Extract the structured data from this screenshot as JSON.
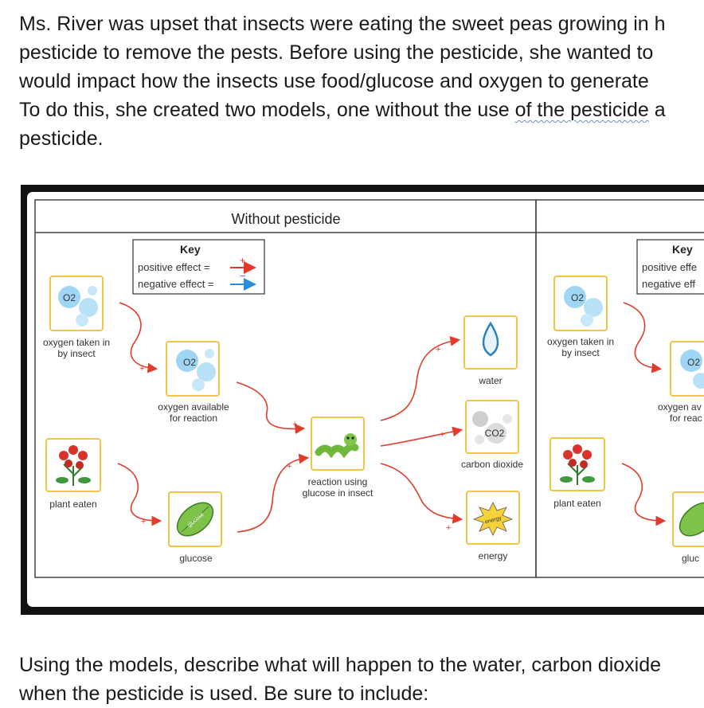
{
  "question": {
    "lines": [
      "Ms. River was upset that insects were eating the sweet peas growing in h",
      "pesticide to remove the pests.  Before using the pesticide, she wanted to",
      "would impact how the insects use food/glucose and oxygen to generate"
    ],
    "line4_before": "To do this, she created two models, one without the use ",
    "line4_underlined": "of the pesticide",
    "line4_after": " a",
    "line5": "pesticide.",
    "bottom_line1": "Using the models, describe what will happen to the water, carbon dioxide",
    "bottom_line2": "when the pesticide is used.  Be sure to include:"
  },
  "diagram": {
    "title_left": "Without pesticide",
    "key": {
      "title": "Key",
      "positive": "positive effect  =",
      "negative": "negative effect =",
      "positive_symbol": "+",
      "negative_symbol": "−"
    },
    "key_right": {
      "title": "Key",
      "positive": "positive effe",
      "negative": "negative eff"
    },
    "o2_symbol": "O2",
    "co2_symbol": "CO2",
    "labels": {
      "oxygen_taken_1": "oxygen taken in",
      "oxygen_taken_2": "by insect",
      "oxygen_avail_1": "oxygen available",
      "oxygen_avail_2": "for reaction",
      "plant_eaten": "plant eaten",
      "glucose": "glucose",
      "glucose_leaf": "glucose",
      "reaction_1": "reaction using",
      "reaction_2": "glucose in insect",
      "water": "water",
      "carbon_dioxide": "carbon dioxide",
      "energy": "energy",
      "energy_burst": "energy"
    },
    "labels_right": {
      "oxygen_taken_1": "oxygen taken in",
      "oxygen_taken_2": "by insect",
      "oxygen_avail_1": "oxygen av",
      "oxygen_avail_2": "for reac",
      "plant_eaten": "plant eaten",
      "glucose": "gluc"
    },
    "colors": {
      "arrow_red": "#e23b2c",
      "arrow_blue": "#2b8fd8",
      "box_border": "#f3c44a",
      "bubble_blue": "#9fd5f5"
    }
  }
}
